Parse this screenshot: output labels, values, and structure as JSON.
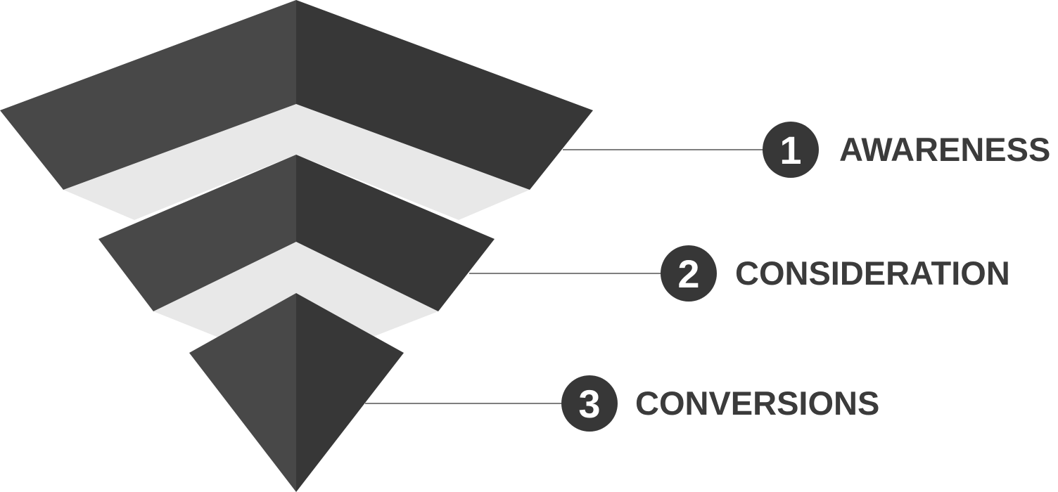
{
  "diagram": {
    "type": "funnel",
    "colors": {
      "face_light": "#484848",
      "face_dark": "#373737",
      "shadow": "#e8e8e8",
      "connector": "#555555",
      "badge": "#373737",
      "label": "#3b3b3b"
    },
    "stages": [
      {
        "number": "1",
        "label": "AWARENESS"
      },
      {
        "number": "2",
        "label": "CONSIDERATION"
      },
      {
        "number": "3",
        "label": "CONVERSIONS"
      }
    ]
  }
}
